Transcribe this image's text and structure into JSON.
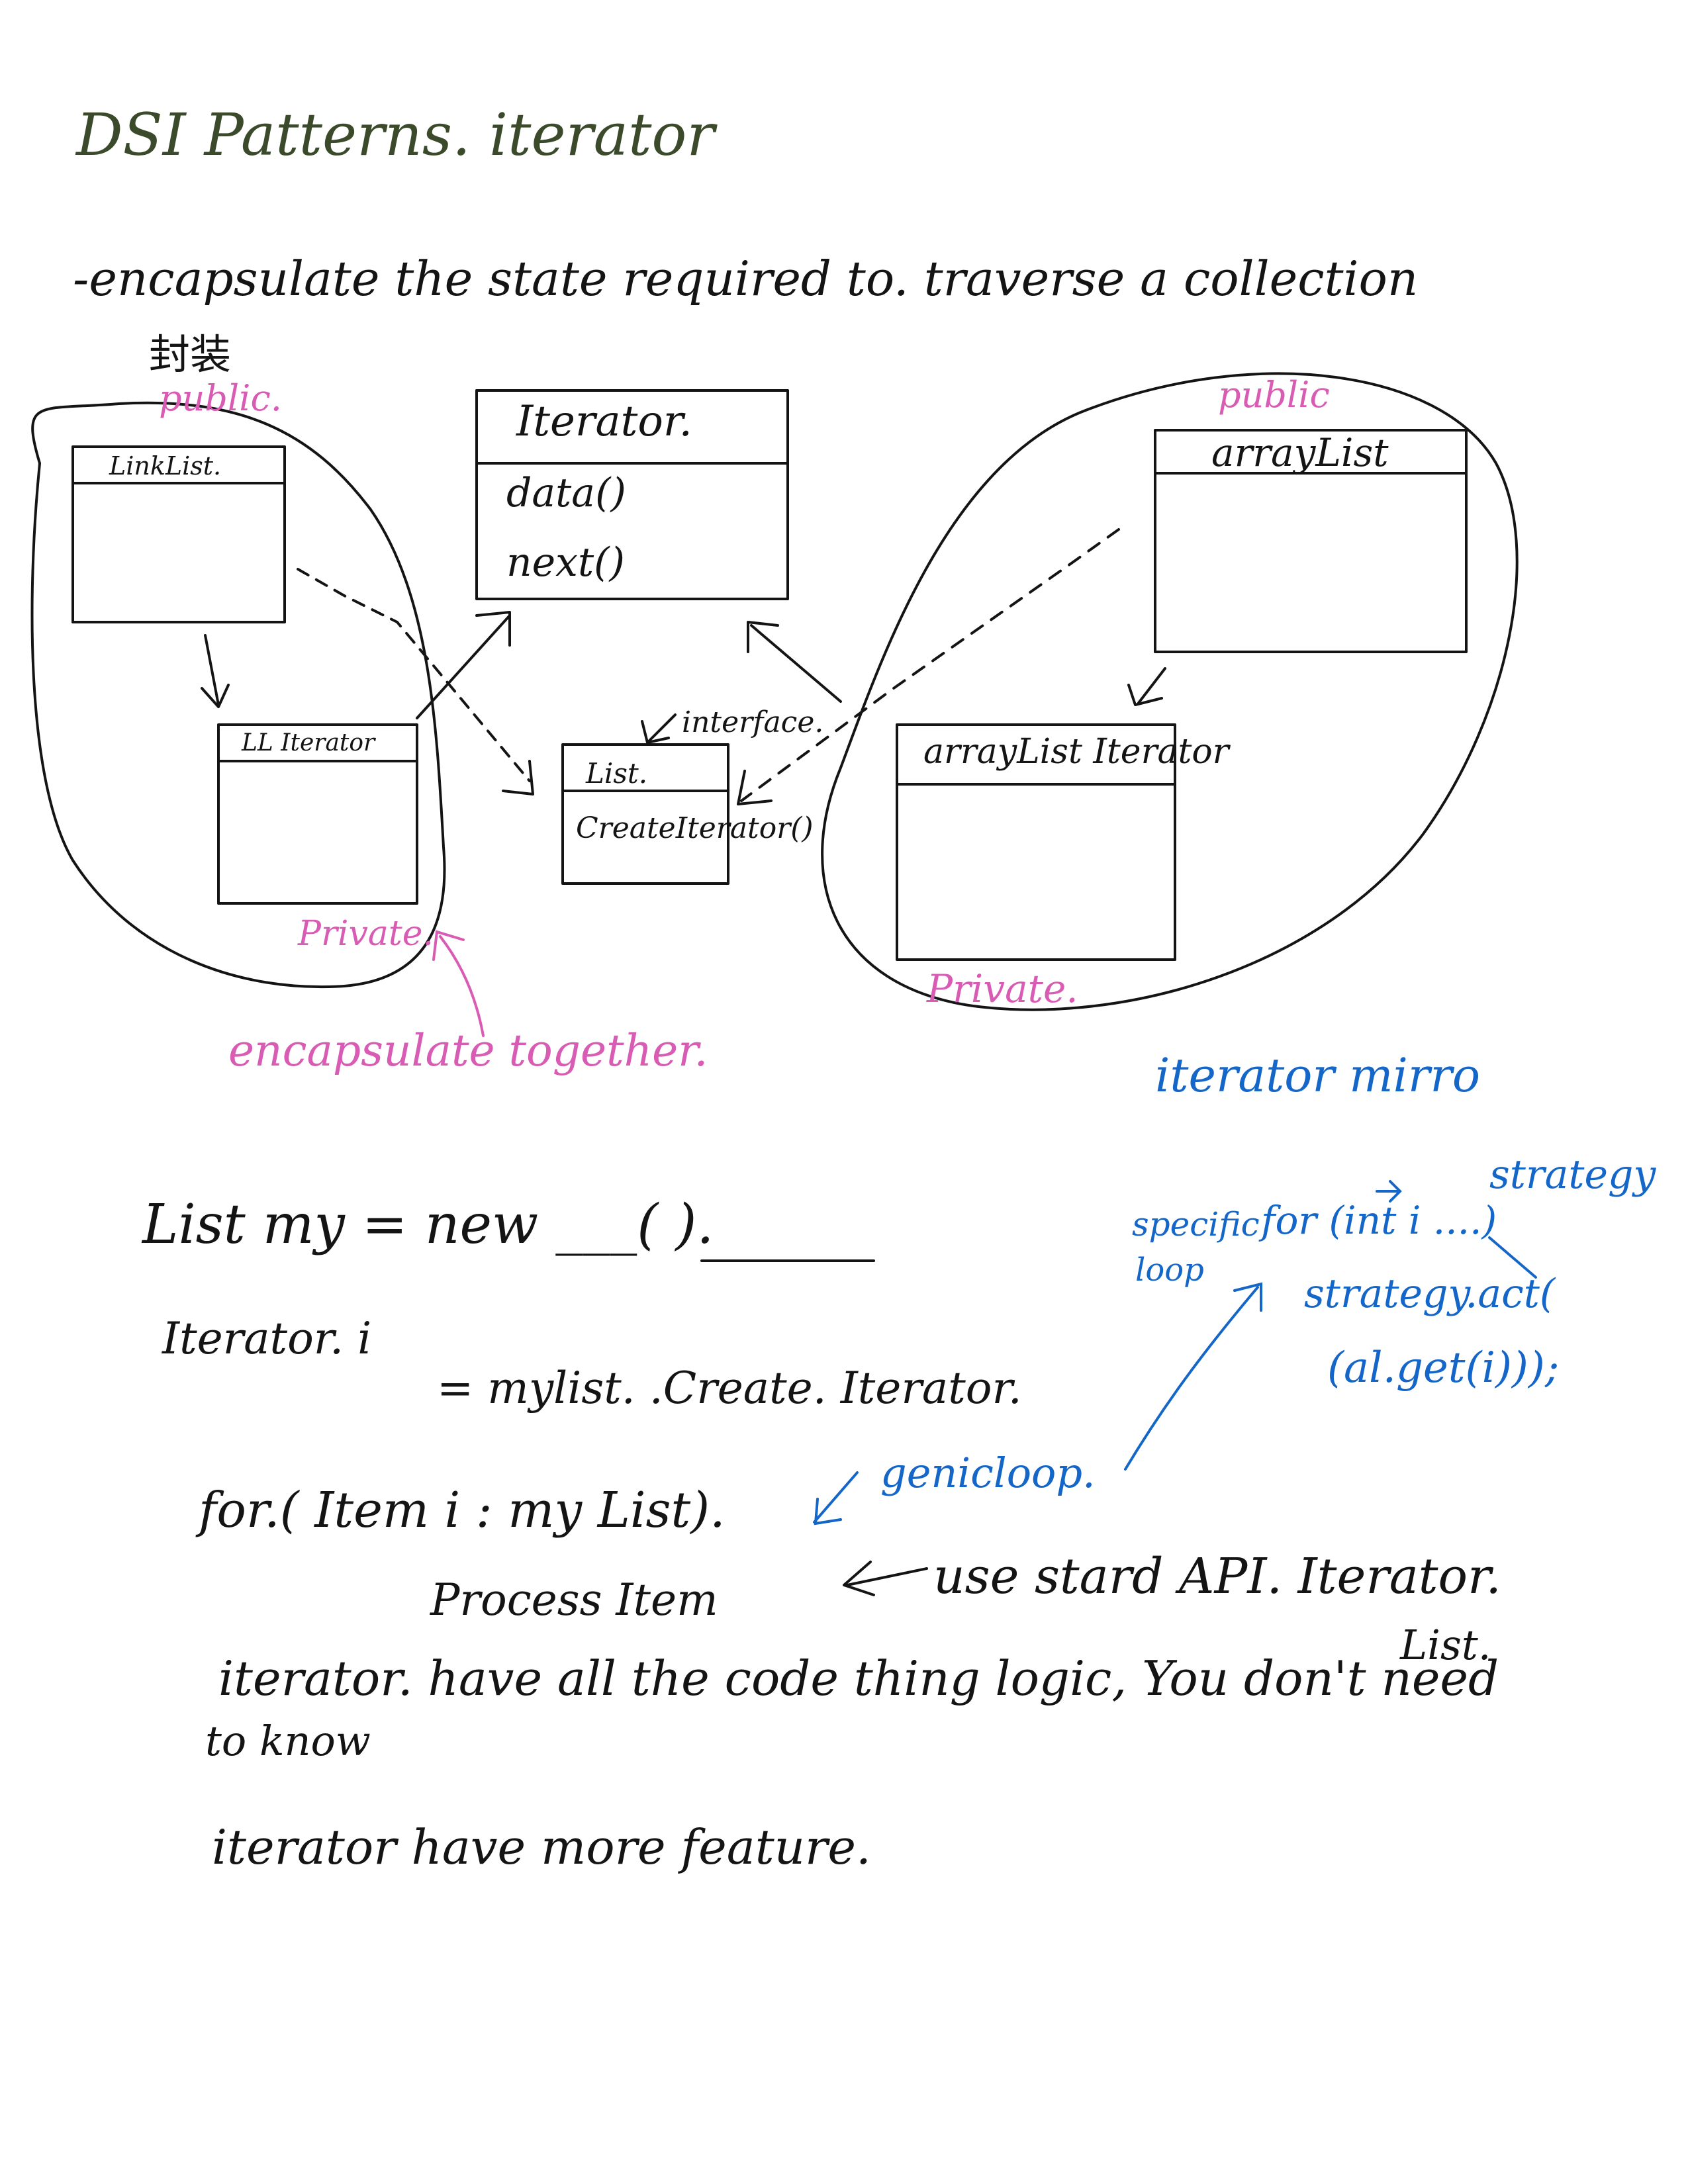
{
  "title": "DSI Patterns. iterator",
  "intro": {
    "text": "-encapsulate the state required to. traverse a collection",
    "chinese_note": "封装"
  },
  "diagram": {
    "link_list_group": {
      "visibility_public": "public.",
      "link_list_box": "LinkList.",
      "iterator_box": "LL Iterator",
      "visibility_private": "Private."
    },
    "iterator_interface_box": {
      "title": "Iterator.",
      "methods": [
        "data()",
        "next()"
      ]
    },
    "list_interface_box": {
      "stereotype": "interface.",
      "title": "List.",
      "method": "CreateIterator()"
    },
    "array_list_group": {
      "visibility_public": "public",
      "array_list_box": "arrayList",
      "iterator_box": "arrayList Iterator",
      "visibility_private": "Private."
    },
    "encapsulate_note": "encapsulate together."
  },
  "code": {
    "line1": "List my = new ___( ).",
    "line2a": "Iterator. i",
    "line2b": "= mylist. .Create. Iterator.",
    "line3": "for.( Item i : my List).",
    "line4": "Process Item",
    "use_std_api": "use stard API. Iterator.",
    "use_std_api_list": "List.",
    "note1": "iterator. have all the code thing logic, You don't need",
    "note1b": "to know",
    "note2": "iterator have more feature."
  },
  "blue_notes": {
    "mirror": "iterator mirro",
    "strategy": "strategy",
    "specific": "specific",
    "loop": "loop",
    "for_int": "for (int i ....)",
    "strategy_act": "strategy.act(",
    "al_get": "(al.get(i)));",
    "generic_loop": "genicloop."
  },
  "colors": {
    "black_ink": "#141414",
    "green_ink": "#3c4a2c",
    "pink_ink": "#d95cb4",
    "blue_ink": "#1466c8"
  }
}
